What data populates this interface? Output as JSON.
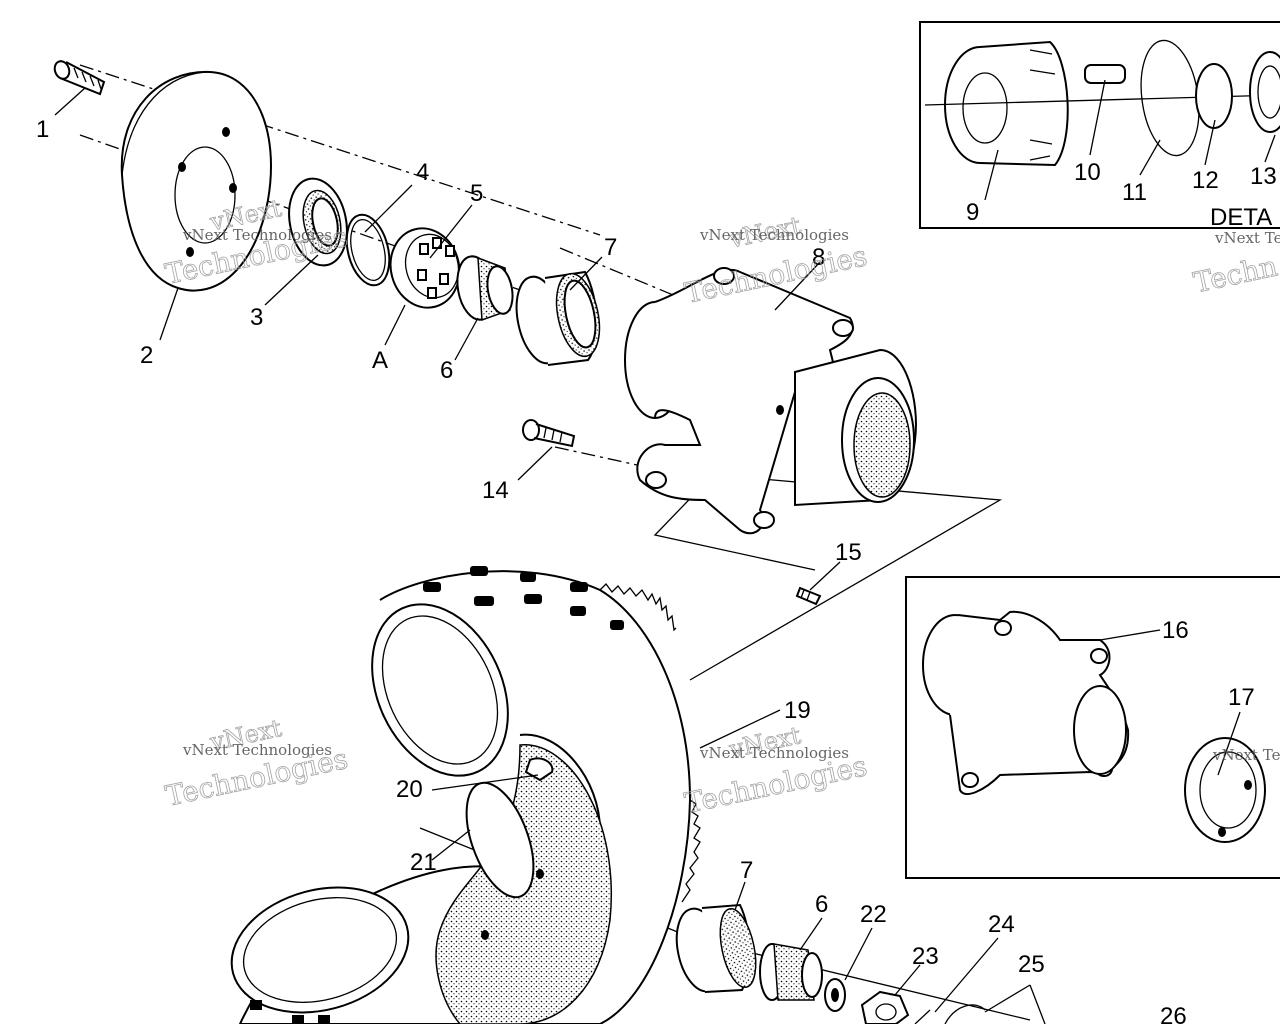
{
  "callouts": {
    "c1": "1",
    "c2": "2",
    "c3": "3",
    "c4": "4",
    "c5": "5",
    "c6": "6",
    "c7": "7",
    "c8": "8",
    "c9": "9",
    "c10": "10",
    "c11": "11",
    "c12": "12",
    "c13": "13",
    "c14": "14",
    "c15": "15",
    "c16": "16",
    "c17": "17",
    "c19": "19",
    "c20": "20",
    "c21": "21",
    "c6b": "6",
    "c7b": "7",
    "c22": "22",
    "c23": "23",
    "c24": "24",
    "c25": "25",
    "c26": "26",
    "cA": "A"
  },
  "detail_label": "DETA",
  "watermark": {
    "line1": "vNext",
    "line2": "Technologies",
    "small": "vNext Technologies",
    "partial_small": "vNext Te",
    "partial_large": "Techn",
    "partial_small2": "vNext Te"
  }
}
